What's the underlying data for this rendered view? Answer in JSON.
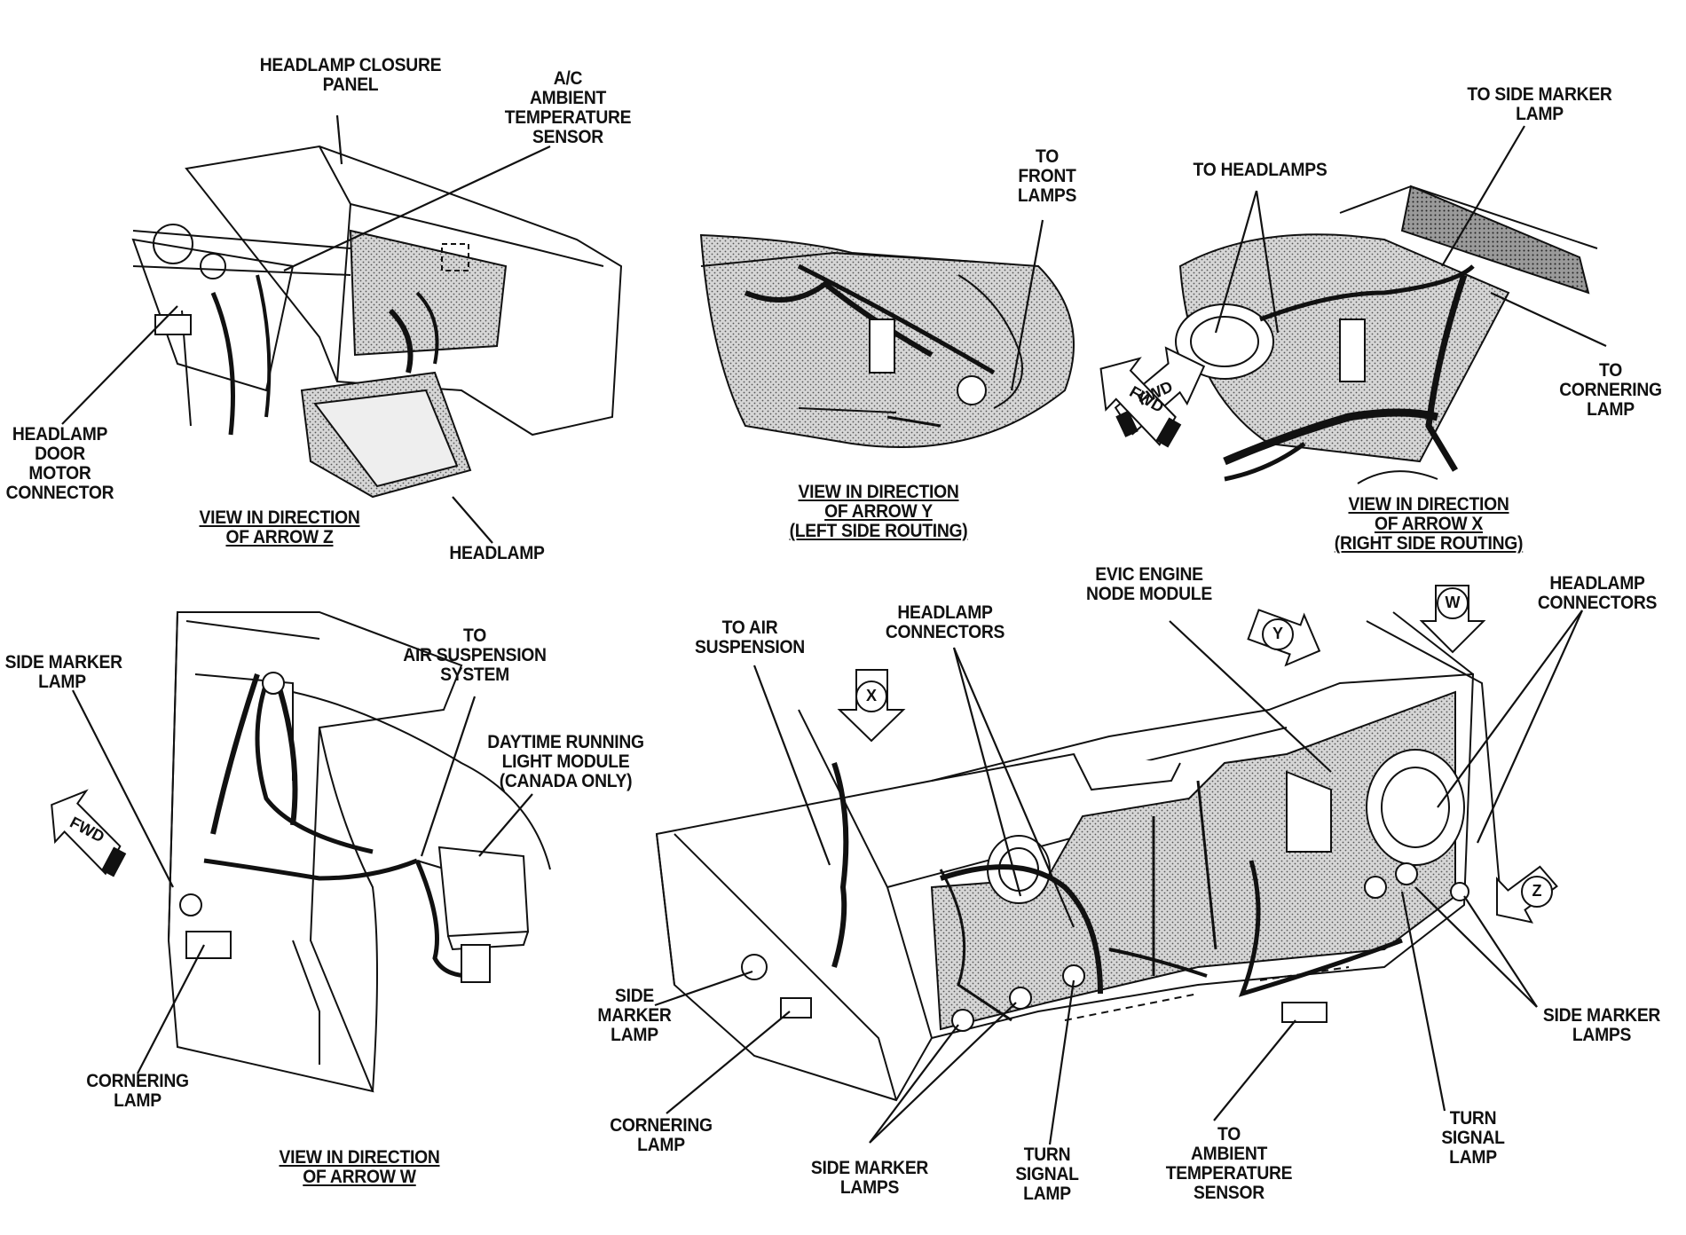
{
  "labels": {
    "headlamp_closure_panel": [
      "HEADLAMP CLOSURE",
      "PANEL"
    ],
    "ac_ambient_sensor": [
      "A/C",
      "AMBIENT",
      "TEMPERATURE",
      "SENSOR"
    ],
    "headlamp_door_motor": [
      "HEADLAMP",
      "DOOR",
      "MOTOR",
      "CONNECTOR"
    ],
    "headlamp_z": "HEADLAMP",
    "to_front_lamps": [
      "TO",
      "FRONT",
      "LAMPS"
    ],
    "to_headlamps": "TO HEADLAMPS",
    "to_side_marker_lamp": [
      "TO SIDE MARKER",
      "LAMP"
    ],
    "to_cornering_lamp": [
      "TO",
      "CORNERING",
      "LAMP"
    ],
    "side_marker_lamp_w": [
      "SIDE MARKER",
      "LAMP"
    ],
    "to_air_suspension_system": [
      "TO",
      "AIR SUSPENSION",
      "SYSTEM"
    ],
    "daytime_running": [
      "DAYTIME RUNNING",
      "LIGHT MODULE",
      "(CANADA ONLY)"
    ],
    "cornering_lamp_w": [
      "CORNERING",
      "LAMP"
    ],
    "to_air_suspension": [
      "TO AIR",
      "SUSPENSION"
    ],
    "headlamp_connectors_left": [
      "HEADLAMP",
      "CONNECTORS"
    ],
    "evic_module": [
      "EVIC ENGINE",
      "NODE MODULE"
    ],
    "headlamp_connectors_right": [
      "HEADLAMP",
      "CONNECTORS"
    ],
    "side_marker_lamp_main": [
      "SIDE",
      "MARKER",
      "LAMP"
    ],
    "cornering_lamp_main": [
      "CORNERING",
      "LAMP"
    ],
    "side_marker_lamps_bottom": [
      "SIDE MARKER",
      "LAMPS"
    ],
    "turn_signal_lamp_left": [
      "TURN",
      "SIGNAL",
      "LAMP"
    ],
    "to_ambient_sensor": [
      "TO",
      "AMBIENT",
      "TEMPERATURE",
      "SENSOR"
    ],
    "turn_signal_lamp_right": [
      "TURN",
      "SIGNAL",
      "LAMP"
    ],
    "side_marker_lamps_right": [
      "SIDE MARKER",
      "LAMPS"
    ]
  },
  "captions": {
    "arrow_z": [
      "VIEW IN DIRECTION",
      "OF ARROW Z"
    ],
    "arrow_y": [
      "VIEW IN DIRECTION",
      "OF ARROW Y",
      "(LEFT SIDE ROUTING)"
    ],
    "arrow_x": [
      "VIEW IN DIRECTION",
      "OF ARROW X",
      "(RIGHT SIDE ROUTING)"
    ],
    "arrow_w": [
      "VIEW IN DIRECTION",
      "OF ARROW W"
    ]
  },
  "fwd_tags": [
    "FWD",
    "FWD",
    "FWD"
  ],
  "view_arrows": [
    "X",
    "Y",
    "W",
    "Z"
  ],
  "colors": {
    "ink": "#111111",
    "shade": "#bdbdbd",
    "paper": "#ffffff"
  }
}
